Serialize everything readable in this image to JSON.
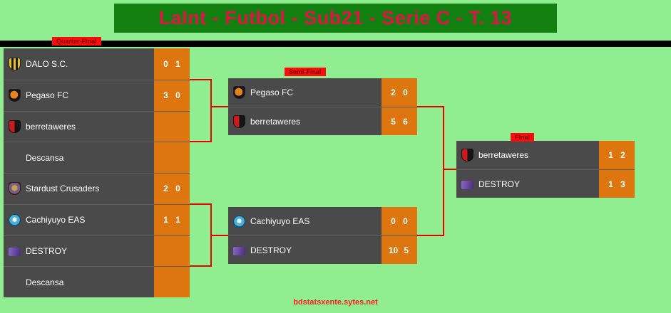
{
  "title": "LaInt - Futbol - Sub21 - Serie C - T. 13",
  "footer": "bdstatsxente.sytes.net",
  "labels": {
    "quarter": "Quarter-Final",
    "semi": "Semi-Final",
    "final": "Final"
  },
  "colors": {
    "background_green": "#90EE90",
    "header_green": "#128112",
    "title_red": "#DE1544",
    "row_gray": "#4A4A4A",
    "score_orange": "#DE7610",
    "connector_red": "#E80000",
    "label_red": "#FF0B0B",
    "divider_black": "#000000"
  },
  "bracket": {
    "quarter": [
      {
        "home": {
          "name": "DALO S.C.",
          "icon": "dalo-crest",
          "g1": "0",
          "g2": "1"
        },
        "away": {
          "name": "Pegaso FC",
          "icon": "pegaso-crest",
          "g1": "3",
          "g2": "0"
        }
      },
      {
        "home": {
          "name": "berretaweres",
          "icon": "berretaweres-crest",
          "g1": "",
          "g2": ""
        },
        "away": {
          "name": "Descansa",
          "icon": "",
          "g1": "",
          "g2": ""
        }
      },
      {
        "home": {
          "name": "Stardust Crusaders",
          "icon": "stardust-crest",
          "g1": "2",
          "g2": "0"
        },
        "away": {
          "name": "Cachiyuyo EAS",
          "icon": "cachiyuyo-crest",
          "g1": "1",
          "g2": "1"
        }
      },
      {
        "home": {
          "name": "DESTROY",
          "icon": "destroy-crest",
          "g1": "",
          "g2": ""
        },
        "away": {
          "name": "Descansa",
          "icon": "",
          "g1": "",
          "g2": ""
        }
      }
    ],
    "semi": [
      {
        "home": {
          "name": "Pegaso FC",
          "icon": "pegaso-crest",
          "g1": "2",
          "g2": "0"
        },
        "away": {
          "name": "berretaweres",
          "icon": "berretaweres-crest",
          "g1": "5",
          "g2": "6"
        }
      },
      {
        "home": {
          "name": "Cachiyuyo EAS",
          "icon": "cachiyuyo-crest",
          "g1": "0",
          "g2": "0"
        },
        "away": {
          "name": "DESTROY",
          "icon": "destroy-crest",
          "g1": "10",
          "g2": "5"
        }
      }
    ],
    "final": [
      {
        "home": {
          "name": "berretaweres",
          "icon": "berretaweres-crest",
          "g1": "1",
          "g2": "2"
        },
        "away": {
          "name": "DESTROY",
          "icon": "destroy-crest",
          "g1": "1",
          "g2": "3"
        }
      }
    ]
  }
}
